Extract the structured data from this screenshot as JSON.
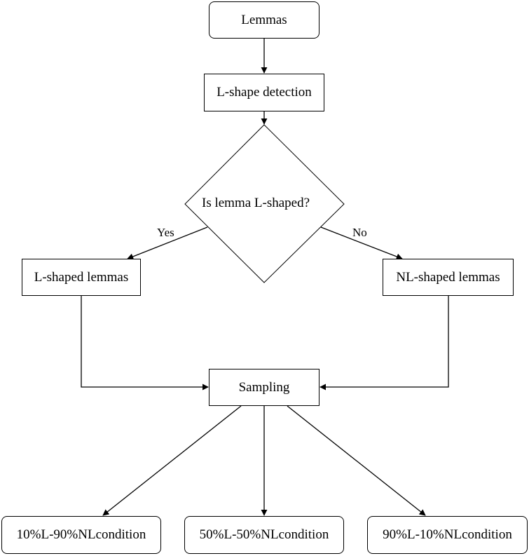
{
  "nodes": {
    "lemmas": "Lemmas",
    "detection": "L-shape detection",
    "decision": "Is lemma L-shaped?",
    "l_shaped": "L-shaped lemmas",
    "nl_shaped": "NL-shaped lemmas",
    "sampling": "Sampling",
    "cond_10_90": "10%L-90%NLcondition",
    "cond_50_50": "50%L-50%NLcondition",
    "cond_90_10": "90%L-10%NLcondition"
  },
  "edge_labels": {
    "yes": "Yes",
    "no": "No"
  }
}
